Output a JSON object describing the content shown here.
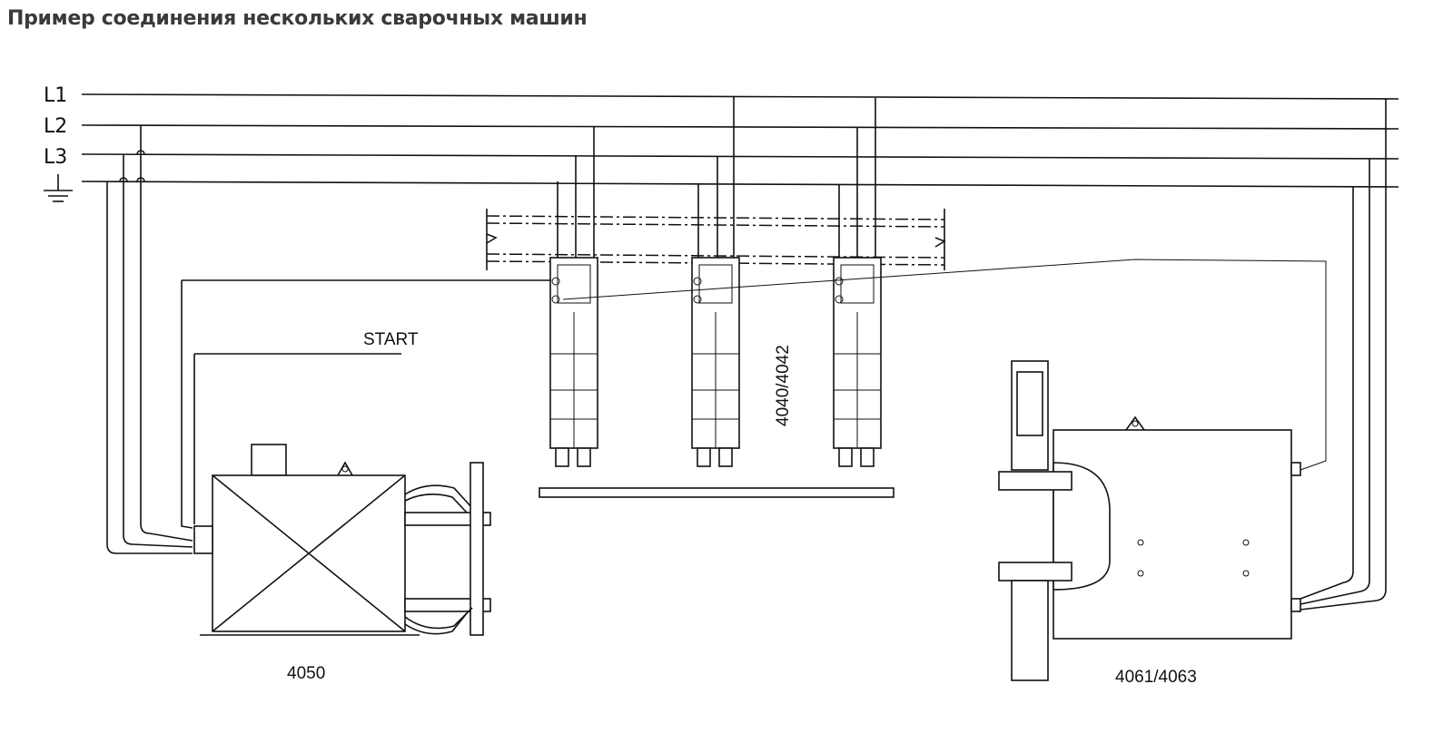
{
  "title": "Пример соединения нескольких сварочных машин",
  "lines": {
    "l1": "L1",
    "l2": "L2",
    "l3": "L3"
  },
  "ground_icon": "ground-icon",
  "labels": {
    "start": "START",
    "machine_left": "4050",
    "machine_mid": "4040/4042",
    "machine_right": "4061/4063"
  }
}
